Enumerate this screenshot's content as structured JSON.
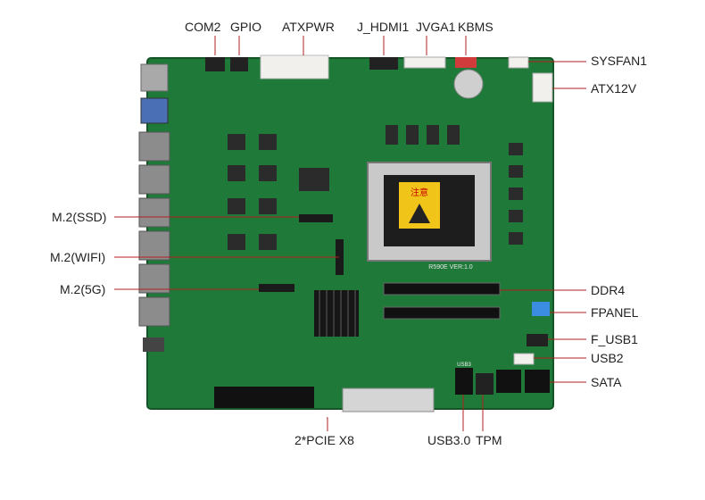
{
  "labels": {
    "com2": "COM2",
    "gpio": "GPIO",
    "atxpwr": "ATXPWR",
    "j_hdmi1": "J_HDMI1",
    "jvga1": "JVGA1",
    "kbms": "KBMS",
    "sysfan1": "SYSFAN1",
    "atx12v": "ATX12V",
    "m2_ssd": "M.2(SSD)",
    "m2_wifi": "M.2(WIFI)",
    "m2_5g": "M.2(5G)",
    "ddr4": "DDR4",
    "fpanel": "FPANEL",
    "f_usb1": "F_USB1",
    "usb2": "USB2",
    "sata": "SATA",
    "pcie": "2*PCIE X8",
    "usb30": "USB3.0",
    "tpm": "TPM"
  },
  "board_marks": {
    "model": "R590E VER:1.0",
    "cpu_warning": "注意",
    "usb3_silk": "USB3"
  },
  "colors": {
    "pcb": "#1f7a3a",
    "pcb_dark": "#175f2c",
    "leader": "#b01f1f",
    "socket": "#c9c9c9",
    "warning": "#f0c419"
  }
}
